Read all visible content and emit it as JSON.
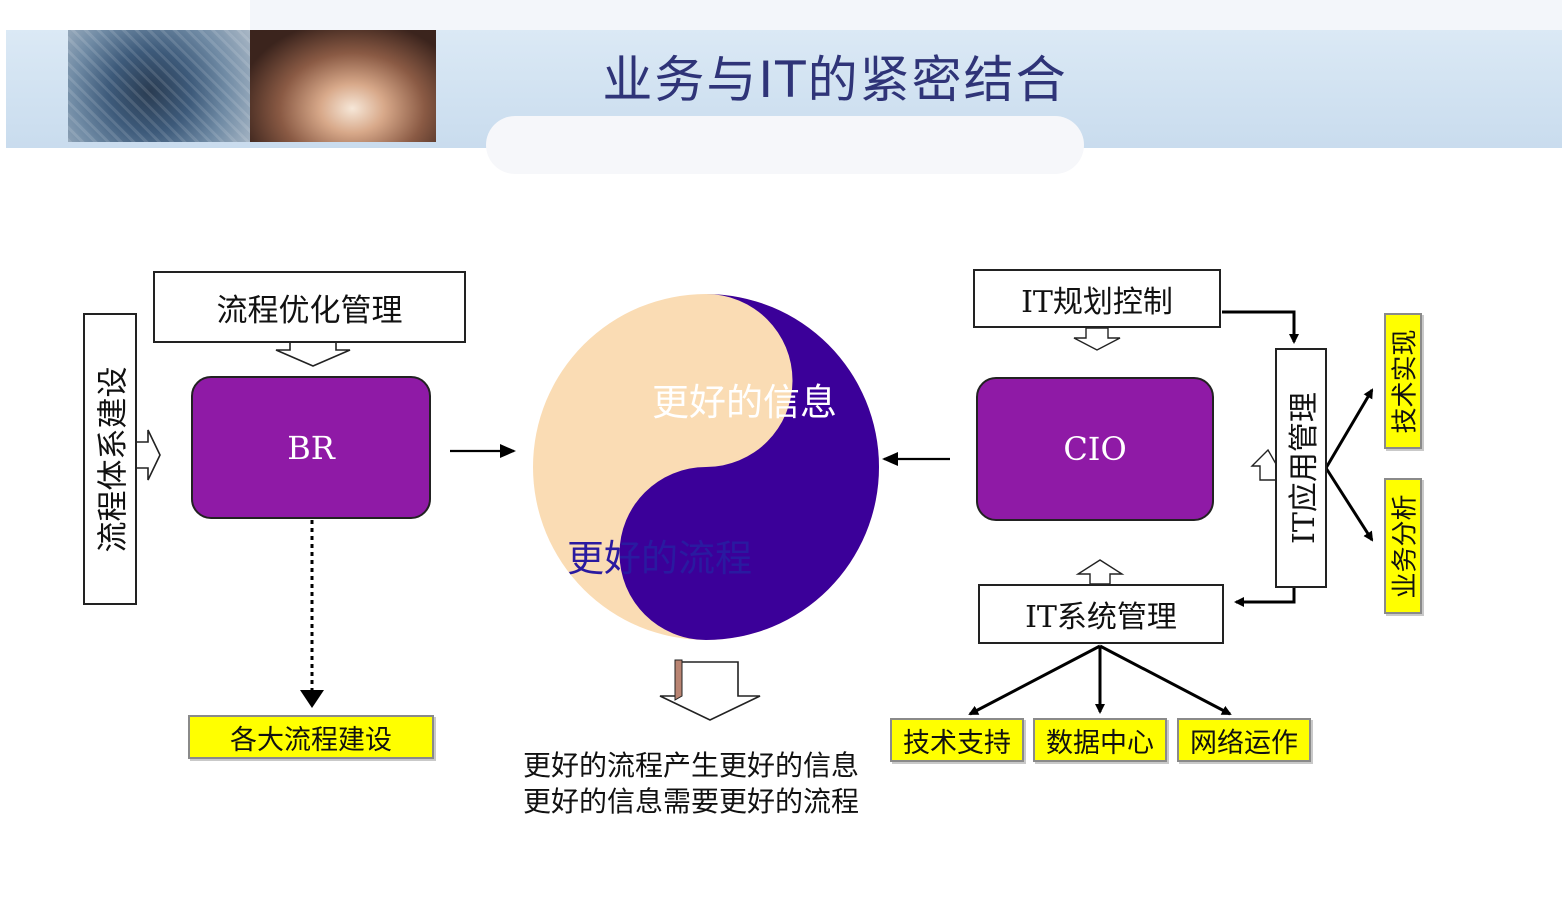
{
  "title": "业务与IT的紧密结合",
  "left": {
    "process_opt": "流程优化管理",
    "process_system": "流程体系建设",
    "br": "BR",
    "process_build": "各大流程建设"
  },
  "center": {
    "better_info": "更好的信息",
    "better_process": "更好的流程",
    "caption_line1": "更好的流程产生更好的信息",
    "caption_line2": "更好的信息需要更好的流程"
  },
  "right": {
    "it_planning": "IT规划控制",
    "cio": "CIO",
    "it_app_mgmt": "IT应用管理",
    "tech_impl": "技术实现",
    "biz_analysis": "业务分析",
    "it_sys_mgmt": "IT系统管理",
    "tech_support": "技术支持",
    "data_center": "数据中心",
    "network_ops": "网络运作"
  },
  "colors": {
    "purple": "#8f1aa6",
    "yin_dark": "#3b0099",
    "yang_light": "#fadcb4",
    "yellow": "#ffff00",
    "title": "#2f3478",
    "better_info_text": "#ffffff",
    "better_process_text": "#2a1aa0"
  }
}
